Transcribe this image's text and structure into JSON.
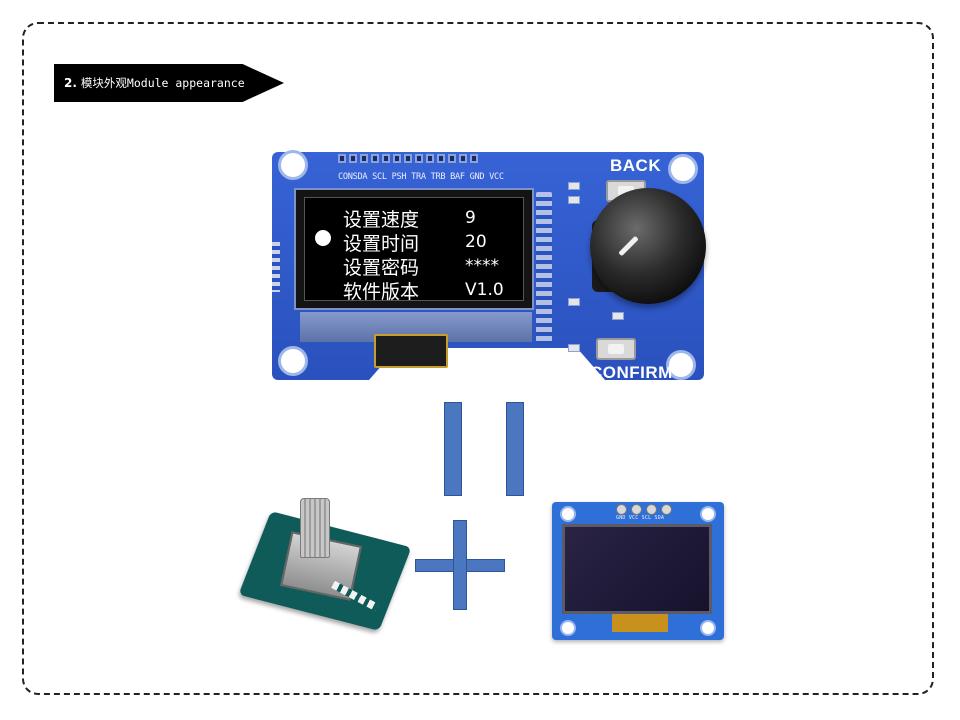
{
  "section": {
    "number": "2.",
    "title": "模块外观Module appearance"
  },
  "module": {
    "pin_labels": "CONSDA SCL PSH TRA TRB BAF GND VCC",
    "button_back": "BACK",
    "button_confirm": "CONFIRM"
  },
  "oled_menu": {
    "selected_index": 1,
    "rows": [
      {
        "label": "设置速度",
        "value": "9"
      },
      {
        "label": "设置时间",
        "value": "20"
      },
      {
        "label": "设置密码",
        "value": "****"
      },
      {
        "label": "软件版本",
        "value": "V1.0"
      }
    ]
  },
  "oled_module": {
    "pin_labels": "GND VCC SCL SDA"
  },
  "colors": {
    "pcb_blue": "#2c58c6",
    "symbol_blue": "#4a77bf",
    "encoder_green": "#0e5b5a"
  }
}
